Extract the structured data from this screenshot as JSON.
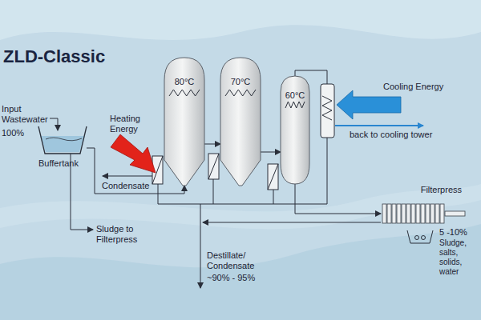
{
  "diagram": {
    "title": "ZLD-Classic",
    "nodes": [
      {
        "text": [
          "Buffertank"
        ]
      },
      {
        "text": [
          "80°C"
        ]
      },
      {
        "text": [
          "70°C"
        ]
      },
      {
        "text": [
          "60°C"
        ]
      },
      {
        "text": [
          "Filterpress"
        ]
      }
    ],
    "edges": [
      {
        "from": 0,
        "to": 1,
        "arrow": "to"
      },
      {
        "from": 1,
        "to": 2,
        "arrow": "to"
      },
      {
        "from": 2,
        "to": 3,
        "arrow": "to"
      },
      {
        "from": 3,
        "to": 4,
        "arrow": "to"
      }
    ],
    "labels": [
      "Input Wastewater",
      "100%",
      "Heating Energy",
      "Condensate",
      "Sludge to Filterpress",
      "Cooling Energy",
      "back to cooling tower",
      "Destillate/ Condensate",
      "~90% - 95%",
      "5 -10%",
      "Sludge, salts, solids, water"
    ]
  }
}
